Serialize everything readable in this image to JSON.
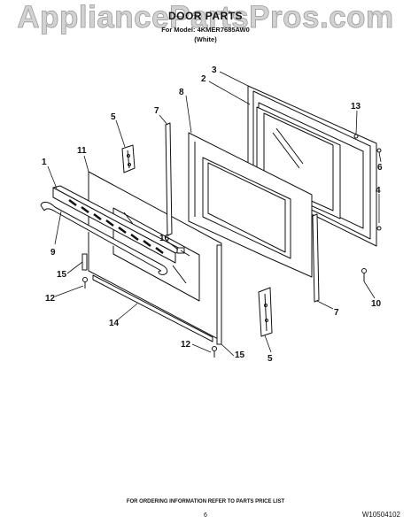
{
  "watermark": "AppliancePartsPros.com",
  "header": {
    "title": "DOOR PARTS",
    "model": "For Model: 4KMER7685AW0",
    "color": "(White)"
  },
  "callouts": [
    "1",
    "2",
    "3",
    "4",
    "5",
    "5",
    "6",
    "7",
    "7",
    "8",
    "9",
    "10",
    "11",
    "12",
    "12",
    "13",
    "14",
    "15",
    "15",
    "16"
  ],
  "footer": {
    "note": "FOR ORDERING INFORMATION REFER TO PARTS PRICE LIST",
    "page": "6",
    "code": "W10504102"
  }
}
